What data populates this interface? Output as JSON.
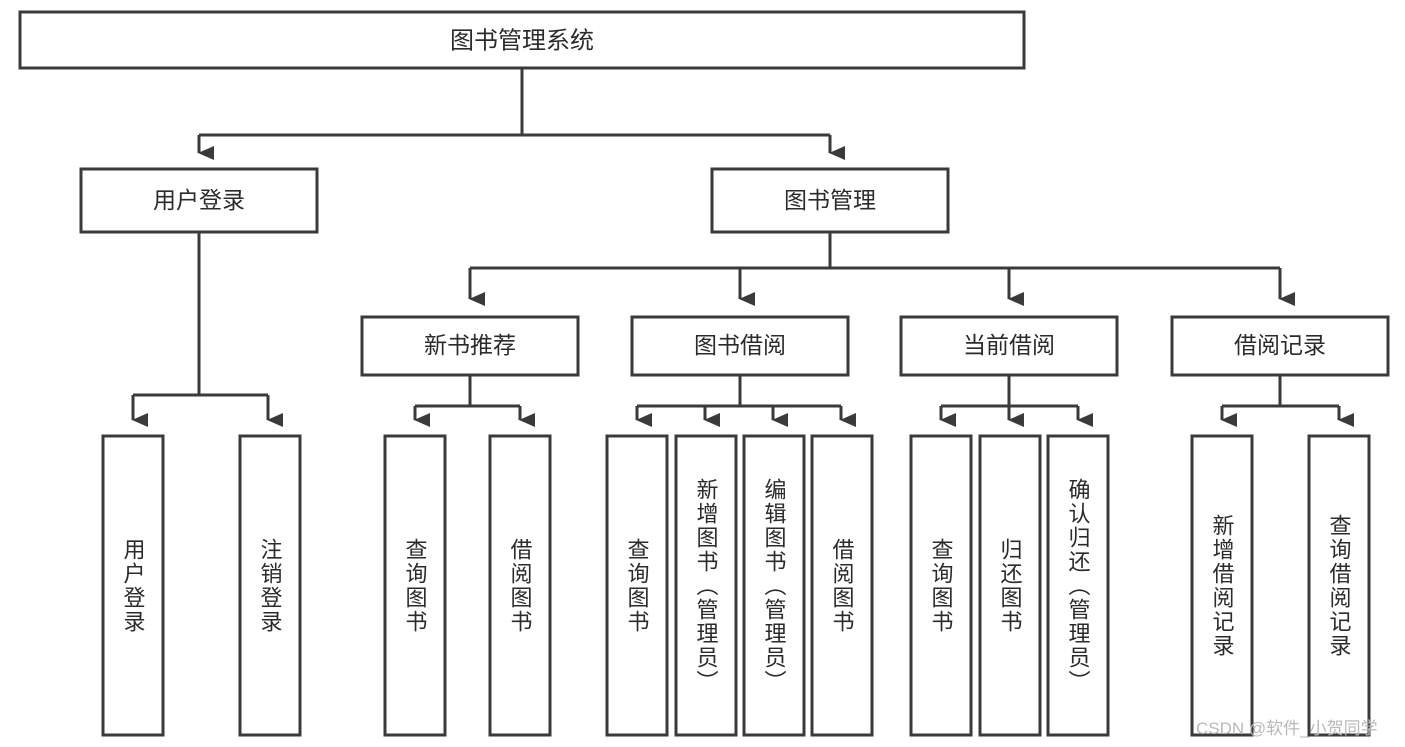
{
  "diagram": {
    "type": "tree-hierarchy",
    "title": "图书管理系统",
    "orientation": "top-down",
    "colors": {
      "box_fill": "#ffffff",
      "box_stroke": "#3a3a3a",
      "connector": "#3a3a3a",
      "text": "#2b2b2b",
      "watermark": "#b9b9b9",
      "background": "#ffffff"
    },
    "root": {
      "label": "图书管理系统",
      "level": 1
    },
    "level2": [
      {
        "label": "用户登录"
      },
      {
        "label": "图书管理"
      }
    ],
    "level3": [
      {
        "label": "新书推荐",
        "parent": "图书管理"
      },
      {
        "label": "图书借阅",
        "parent": "图书管理"
      },
      {
        "label": "当前借阅",
        "parent": "图书管理"
      },
      {
        "label": "借阅记录",
        "parent": "图书管理"
      }
    ],
    "leaves": {
      "用户登录": [
        {
          "label": "用户登录"
        },
        {
          "label": "注销登录"
        }
      ],
      "新书推荐": [
        {
          "label": "查询图书"
        },
        {
          "label": "借阅图书"
        }
      ],
      "图书借阅": [
        {
          "label": "查询图书"
        },
        {
          "label": "新增图书（管理员）"
        },
        {
          "label": "编辑图书（管理员）"
        },
        {
          "label": "借阅图书"
        }
      ],
      "当前借阅": [
        {
          "label": "查询图书"
        },
        {
          "label": "归还图书"
        },
        {
          "label": "确认归还（管理员）"
        }
      ],
      "借阅记录": [
        {
          "label": "新增借阅记录"
        },
        {
          "label": "查询借阅记录"
        }
      ]
    }
  },
  "watermark": {
    "text": "CSDN @软件_小贺同学"
  }
}
